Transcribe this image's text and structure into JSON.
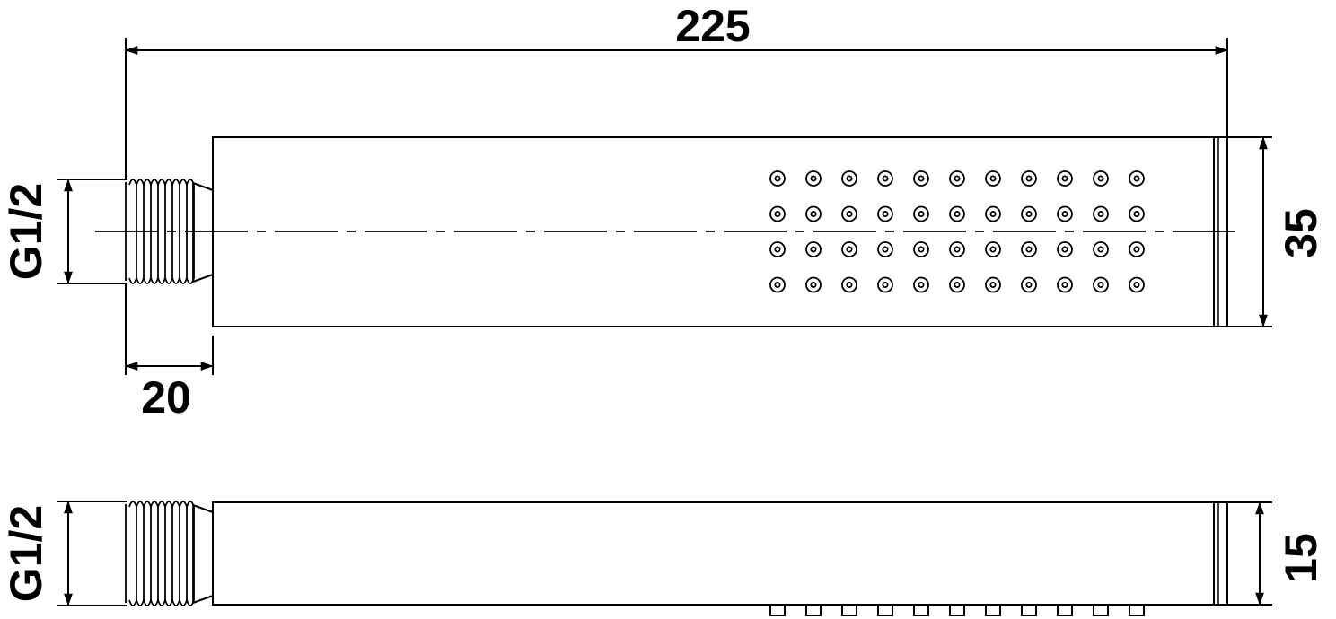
{
  "drawing": {
    "line_color": "#000000",
    "background": "#ffffff",
    "top_view": {
      "overall_length_label": "225",
      "thread_label": "G1/2",
      "thread_length_label": "20",
      "width_label": "35",
      "nozzle_columns": 11,
      "nozzle_rows": 4
    },
    "side_view": {
      "thread_label": "G1/2",
      "thickness_label": "15",
      "nozzle_count": 11
    }
  }
}
